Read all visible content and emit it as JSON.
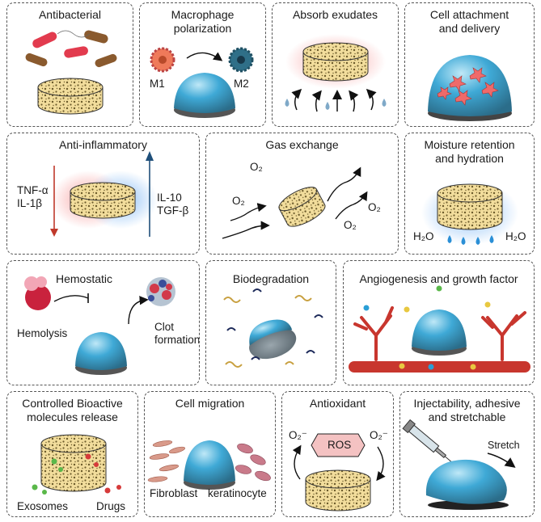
{
  "colors": {
    "scaffold": "#f2dd9c",
    "scaffold_pore": "#6b5a2a",
    "hydrogel": "#3fa9d6",
    "gel_dark": "#2b6d8a",
    "m1": "#ef7a5a",
    "m2": "#2f6f88",
    "vessel": "#c8362e",
    "ros_fill": "#f4c2c2"
  },
  "panels": {
    "antibacterial": {
      "title": "Antibacterial"
    },
    "macrophage": {
      "title": "Macrophage\npolarization",
      "m1": "M1",
      "m2": "M2"
    },
    "absorb": {
      "title": "Absorb exudates"
    },
    "cell_attach": {
      "title": "Cell attachment\nand delivery"
    },
    "anti_inflam": {
      "title": "Anti-inflammatory",
      "down_labels": "TNF-α\nIL-1β",
      "up_labels": "IL-10\nTGF-β"
    },
    "gas": {
      "title": "Gas exchange",
      "o2": "O₂"
    },
    "moisture": {
      "title": "Moisture retention\nand hydration",
      "h2o": "H₂O"
    },
    "hemostatic": {
      "title": "Hemostatic",
      "hemolysis": "Hemolysis",
      "clot": "Clot\nformation"
    },
    "biodeg": {
      "title": "Biodegradation"
    },
    "angio": {
      "title": "Angiogenesis and growth factor"
    },
    "release": {
      "title": "Controlled Bioactive\nmolecules release",
      "exosomes": "Exosomes",
      "drugs": "Drugs"
    },
    "migration": {
      "title": "Cell migration",
      "fibroblast": "Fibroblast",
      "keratinocyte": "keratinocyte"
    },
    "antiox": {
      "title": "Antioxidant",
      "ros": "ROS",
      "o2minus": "O₂⁻"
    },
    "inject": {
      "title": "Injectability, adhesive\nand stretchable",
      "stretch": "Stretch"
    }
  }
}
